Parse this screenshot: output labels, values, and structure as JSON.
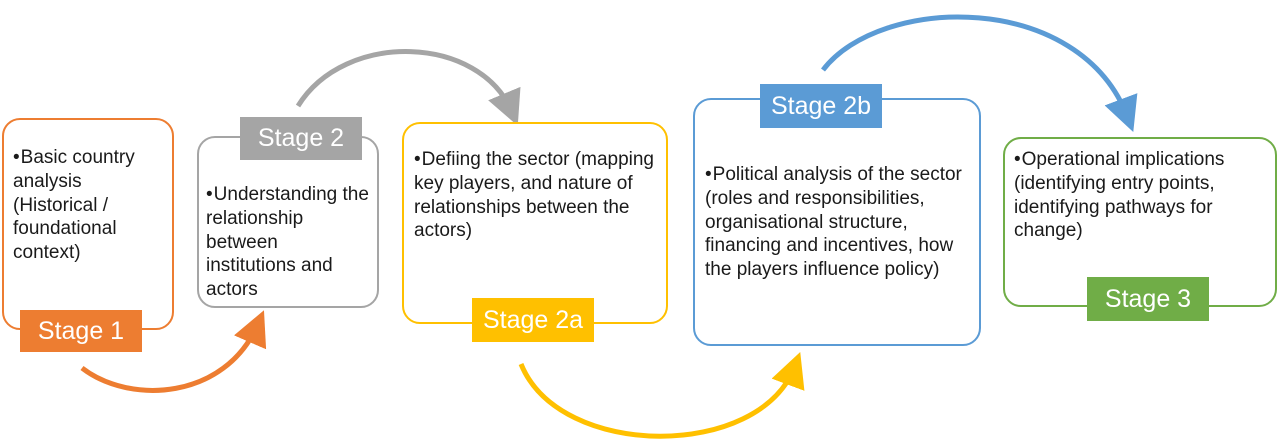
{
  "stages": [
    {
      "id": "stage-1",
      "label": "Stage 1",
      "bullet": "•",
      "text": "Basic country analysis (Historical / foundational context)",
      "color": "#ED7D31"
    },
    {
      "id": "stage-2",
      "label": "Stage 2",
      "bullet": "•",
      "text": "Understanding the relationship between institutions and actors",
      "color": "#A5A5A5"
    },
    {
      "id": "stage-2a",
      "label": "Stage 2a",
      "bullet": "•",
      "text": "Defiing the sector (mapping key players, and nature of relationships between the actors)",
      "color": "#FFC000"
    },
    {
      "id": "stage-2b",
      "label": "Stage 2b",
      "bullet": "•",
      "text": "Political analysis of the sector (roles and responsibilities, organisational structure, financing and incentives, how the players influence policy)",
      "color": "#5B9BD5"
    },
    {
      "id": "stage-3",
      "label": "Stage 3",
      "bullet": "•",
      "text": "Operational implications (identifying entry points, identifying pathways for change)",
      "color": "#70AD47"
    }
  ],
  "connectors": [
    {
      "from": "stage-1",
      "to": "stage-2",
      "color": "#ED7D31"
    },
    {
      "from": "stage-2",
      "to": "stage-2a",
      "color": "#A5A5A5"
    },
    {
      "from": "stage-2a",
      "to": "stage-2b",
      "color": "#FFC000"
    },
    {
      "from": "stage-2b",
      "to": "stage-3",
      "color": "#5B9BD5"
    }
  ]
}
